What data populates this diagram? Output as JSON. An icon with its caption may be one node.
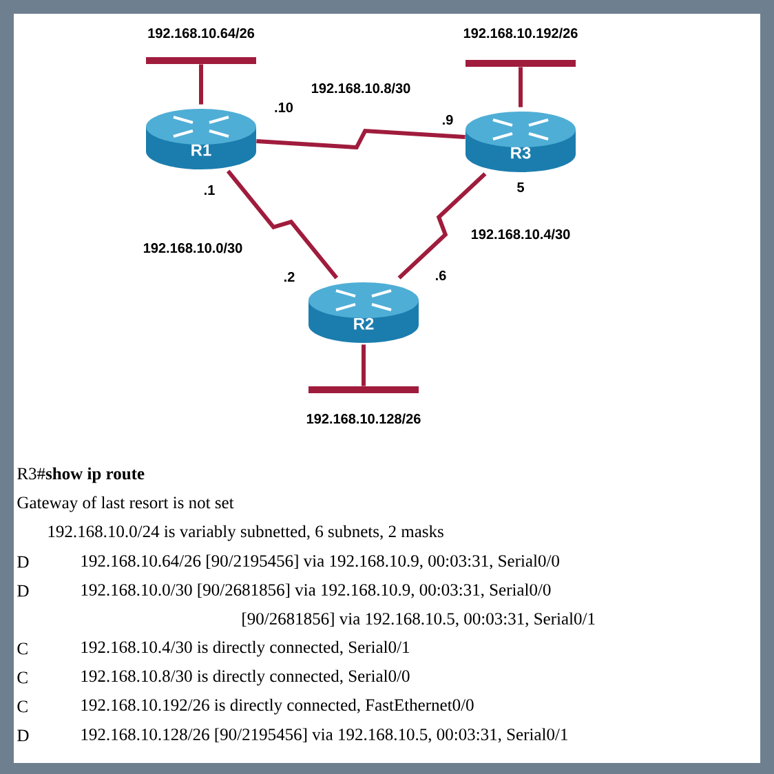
{
  "diagram": {
    "nodes": [
      {
        "text": [
          "R1"
        ]
      },
      {
        "text": [
          "R2"
        ]
      },
      {
        "text": [
          "R3"
        ]
      },
      {
        "text": [],
        "shape": "bar",
        "beside": [
          "192.168.10.64/26"
        ]
      },
      {
        "text": [],
        "shape": "bar",
        "beside": [
          "192.168.10.192/26"
        ]
      },
      {
        "text": [],
        "shape": "bar",
        "beside": [
          "192.168.10.128/26"
        ]
      }
    ],
    "edges": [
      {
        "from": 0,
        "to": 2,
        "arrow": "none",
        "label": "192.168.10.8/30"
      },
      {
        "from": 0,
        "to": 1,
        "arrow": "none",
        "label": "192.168.10.0/30"
      },
      {
        "from": 2,
        "to": 1,
        "arrow": "none",
        "label": "192.168.10.4/30"
      },
      {
        "from": 0,
        "to": 3,
        "arrow": "none"
      },
      {
        "from": 2,
        "to": 4,
        "arrow": "none"
      },
      {
        "from": 1,
        "to": 5,
        "arrow": "none"
      }
    ],
    "labels": [
      ".10",
      ".9",
      ".1",
      "5",
      ".2",
      ".6",
      "R3#**show ip route**",
      "Gateway of last resort is not set",
      "192.168.10.0/24 is variably subnetted, 6 subnets, 2 masks",
      "D",
      "192.168.10.64/26 [90/2195456] via 192.168.10.9, 00:03:31, Serial0/0",
      "D",
      "192.168.10.0/30 [90/2681856] via 192.168.10.9, 00:03:31, Serial0/0",
      "[90/2681856] via 192.168.10.5, 00:03:31, Serial0/1",
      "C",
      "192.168.10.4/30 is directly connected, Serial0/1",
      "C",
      "192.168.10.8/30 is directly connected, Serial0/0",
      "C",
      "192.168.10.192/26 is directly connected, FastEthernet0/0",
      "D",
      "192.168.10.128/26 [90/2195456] via 192.168.10.5, 00:03:31, Serial0/1"
    ]
  }
}
